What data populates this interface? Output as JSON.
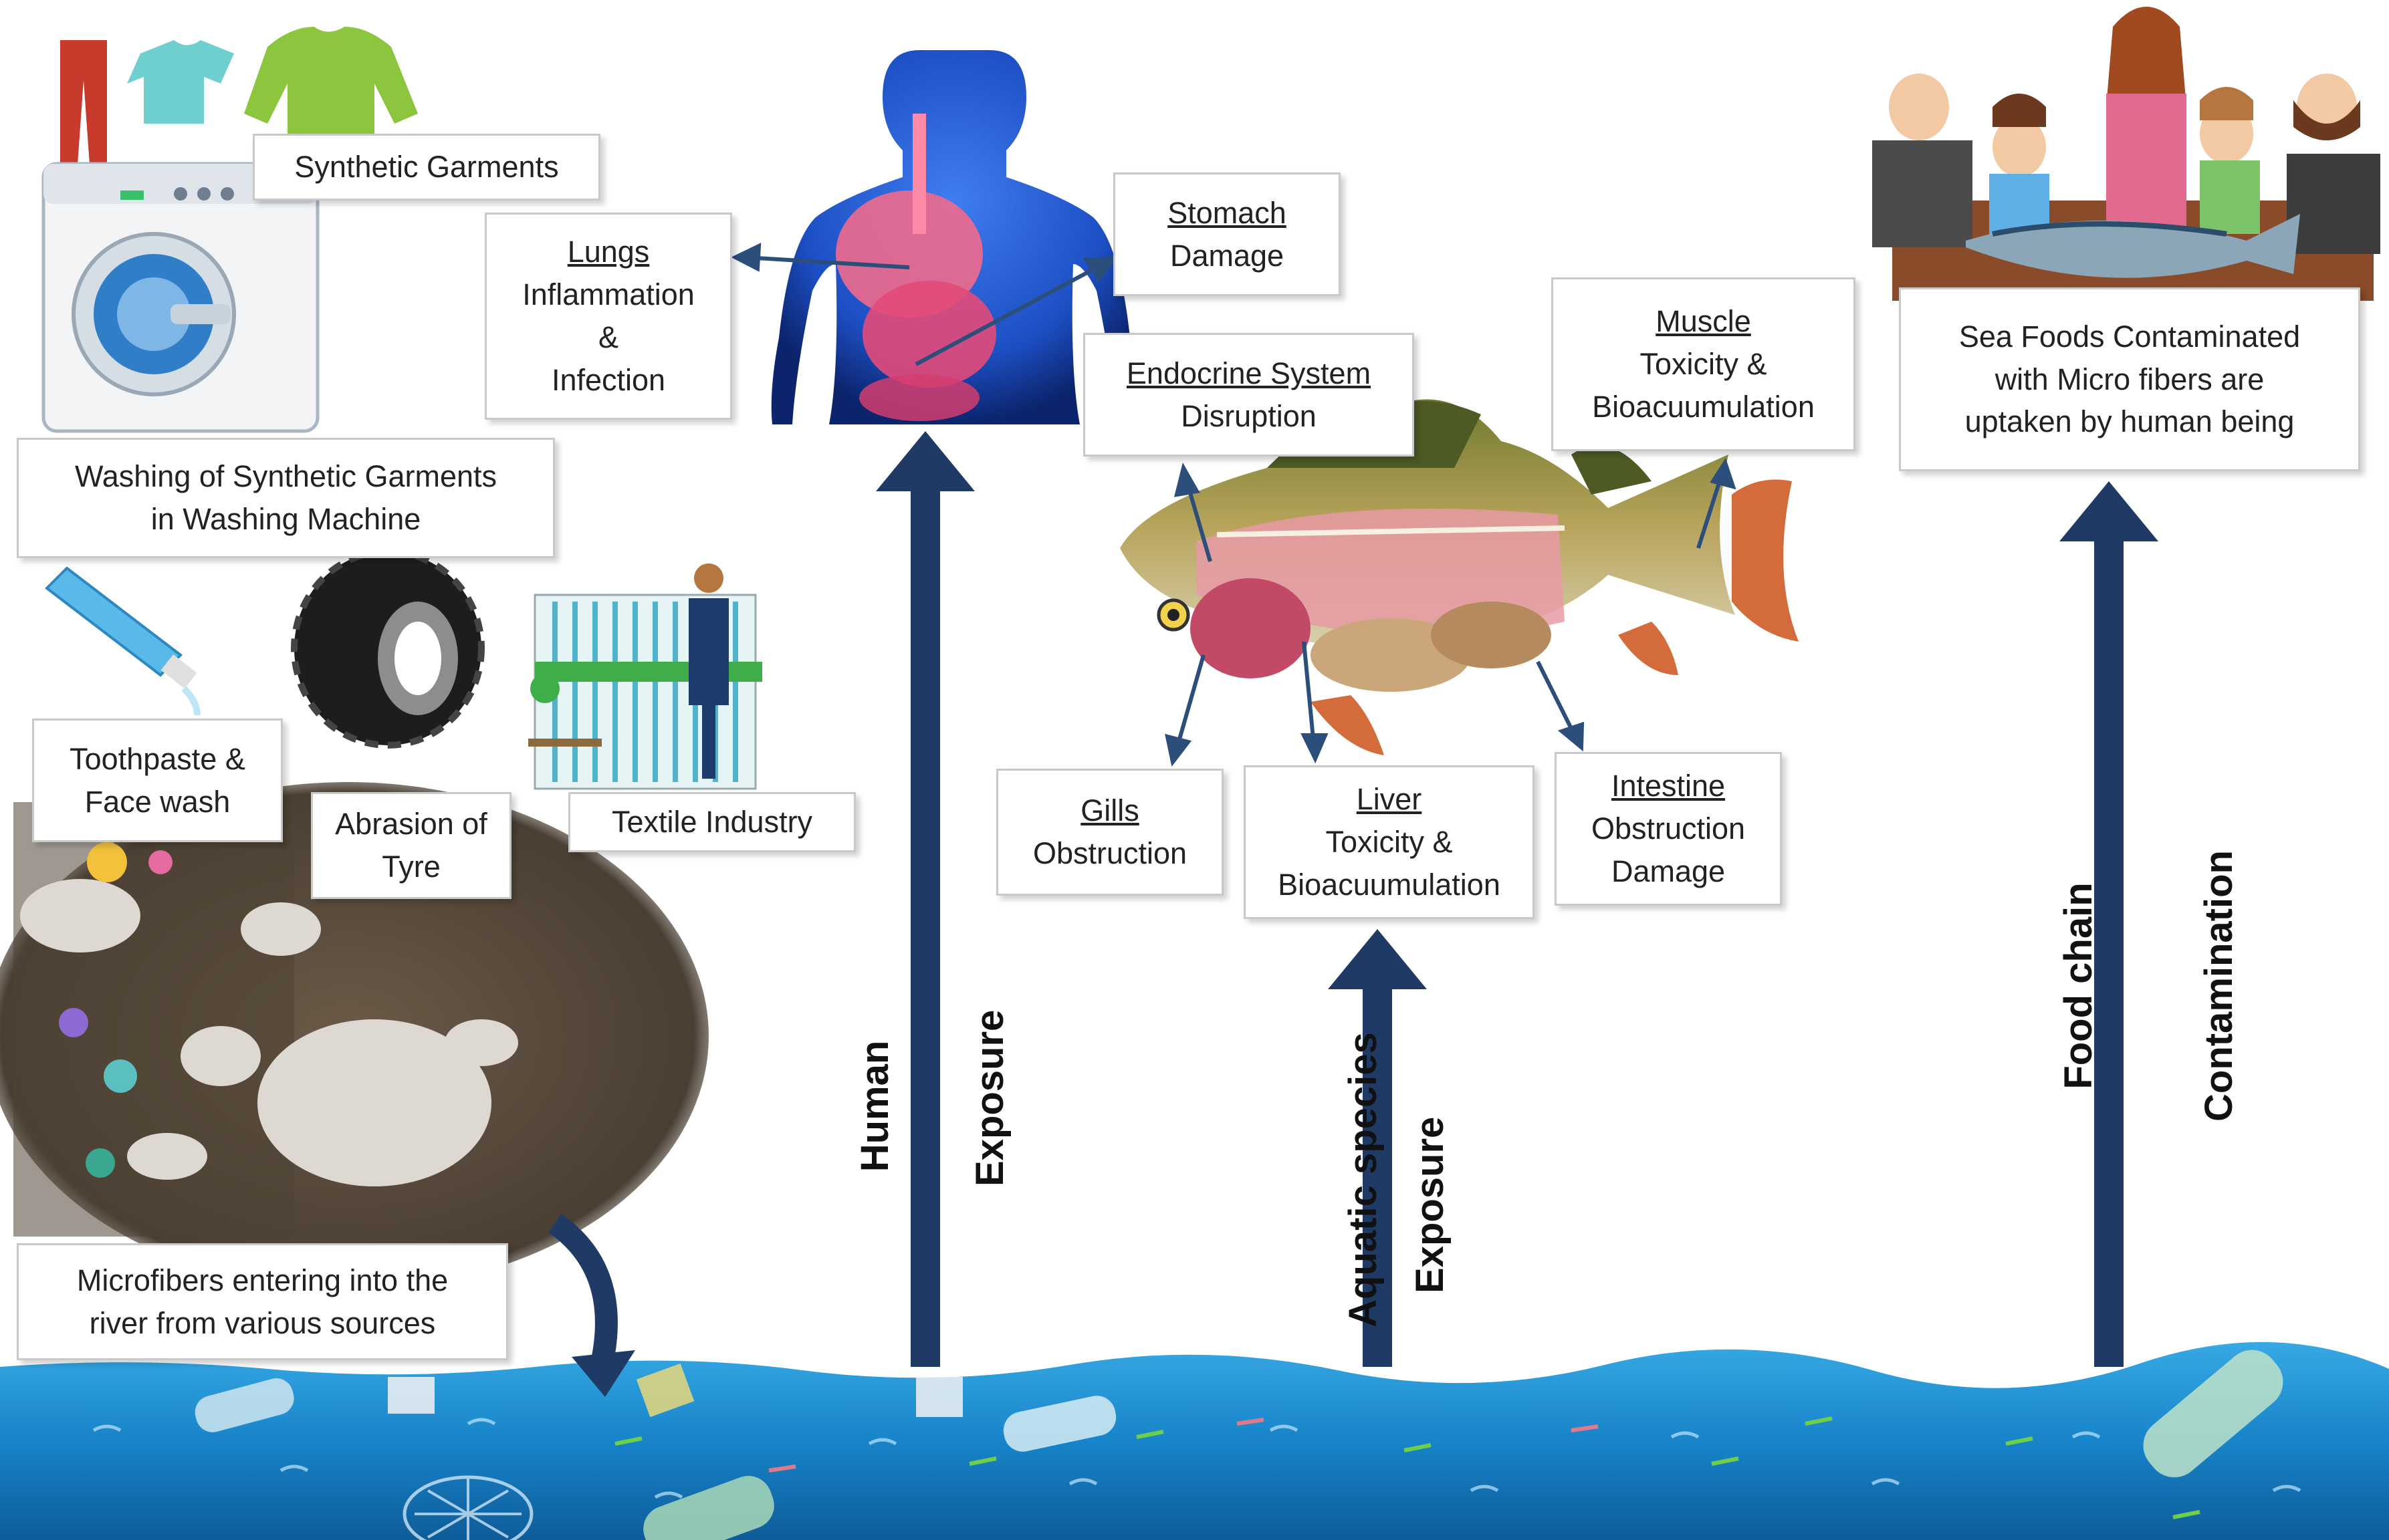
{
  "sources": {
    "synthetic_garments": "Synthetic Garments",
    "washing": [
      "Washing of Synthetic Garments",
      "in Washing Machine"
    ],
    "toothpaste": [
      "Toothpaste &",
      "Face wash"
    ],
    "tyre": [
      "Abrasion of",
      "Tyre"
    ],
    "textile": "Textile Industry",
    "river_entry": [
      "Microfibers entering into the",
      "river from various sources"
    ]
  },
  "human_effects": {
    "lungs": [
      "Lungs",
      "Inflammation",
      "&",
      "Infection"
    ],
    "stomach": [
      "Stomach",
      "Damage"
    ]
  },
  "fish_effects": {
    "endocrine": [
      "Endocrine System",
      "Disruption"
    ],
    "muscle": [
      "Muscle",
      "Toxicity &",
      "Bioacuumulation"
    ],
    "gills": [
      "Gills",
      "Obstruction"
    ],
    "liver": [
      "Liver",
      "Toxicity &",
      "Bioacuumulation"
    ],
    "intestine": [
      "Intestine",
      "Obstruction",
      "Damage"
    ]
  },
  "seafood": [
    "Sea Foods Contaminated",
    "with Micro fibers are",
    "uptaken by human being"
  ],
  "arrows": {
    "human": [
      "Human",
      "Exposure"
    ],
    "aquatic": [
      "Aquatic species",
      "Exposure"
    ],
    "food": [
      "Food chain",
      "Contamination"
    ]
  },
  "colors": {
    "arrow": "#1f3a64",
    "water": "#1e8fd0",
    "body": "#1d4fc4",
    "fish": "#7f8f3a"
  }
}
